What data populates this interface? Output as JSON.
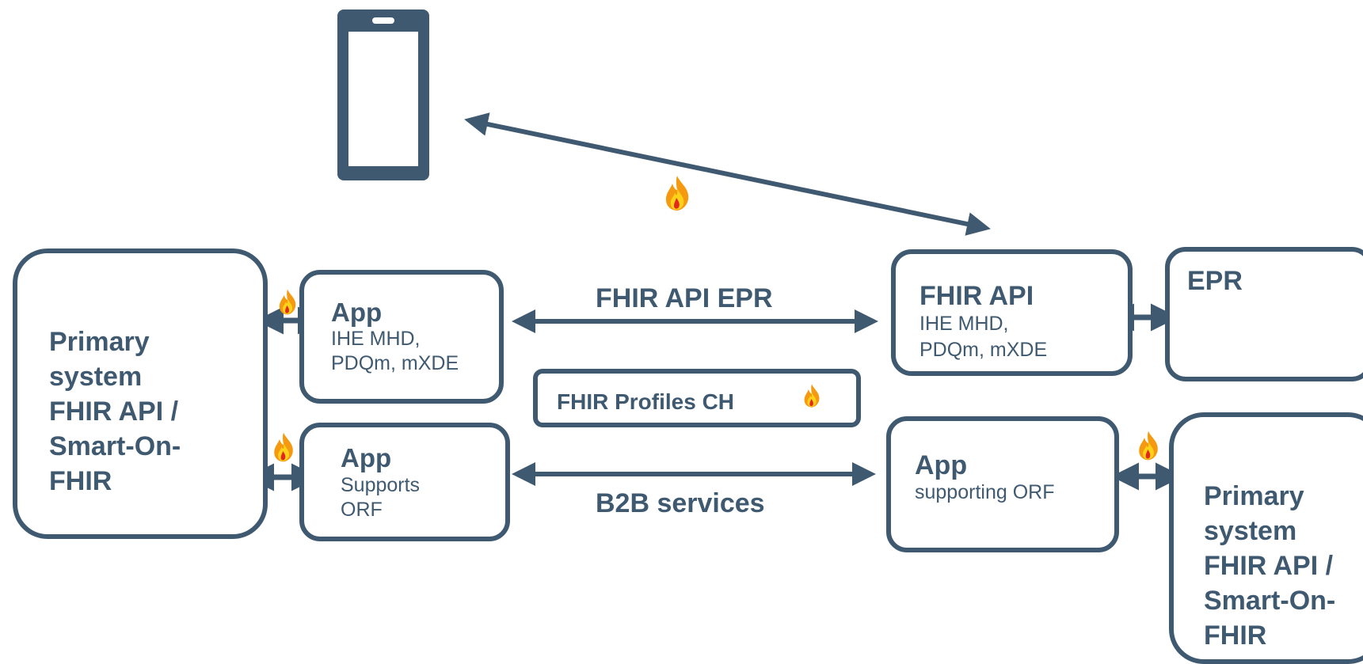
{
  "colors": {
    "stroke": "#3f5a70",
    "flame_outer": "#f59a10",
    "flame_inner": "#ffd21a",
    "flame_core": "#e2281e"
  },
  "left_primary": {
    "lines": [
      "Primary",
      "system",
      "FHIR API /",
      "Smart-On-",
      "FHIR"
    ]
  },
  "app_epr": {
    "title": "App",
    "sub": [
      "IHE MHD,",
      "PDQm, mXDE"
    ]
  },
  "app_orf": {
    "title": "App",
    "sub": [
      "Supports",
      "ORF"
    ]
  },
  "fhir_api_box": {
    "title": "FHIR API",
    "sub": [
      "IHE MHD,",
      "PDQm, mXDE"
    ]
  },
  "epr_box": {
    "title": "EPR"
  },
  "profiles_box": {
    "title": "FHIR Profiles CH"
  },
  "app_right": {
    "title": "App",
    "sub": [
      "supporting ORF"
    ]
  },
  "right_primary": {
    "lines": [
      "Primary",
      "system",
      "FHIR API /",
      "Smart-On-",
      "FHIR"
    ]
  },
  "labels": {
    "fhir_api_epr": "FHIR API EPR",
    "b2b_services": "B2B services"
  },
  "icons": {
    "phone": "smartphone-icon",
    "fire": "fire-icon"
  }
}
